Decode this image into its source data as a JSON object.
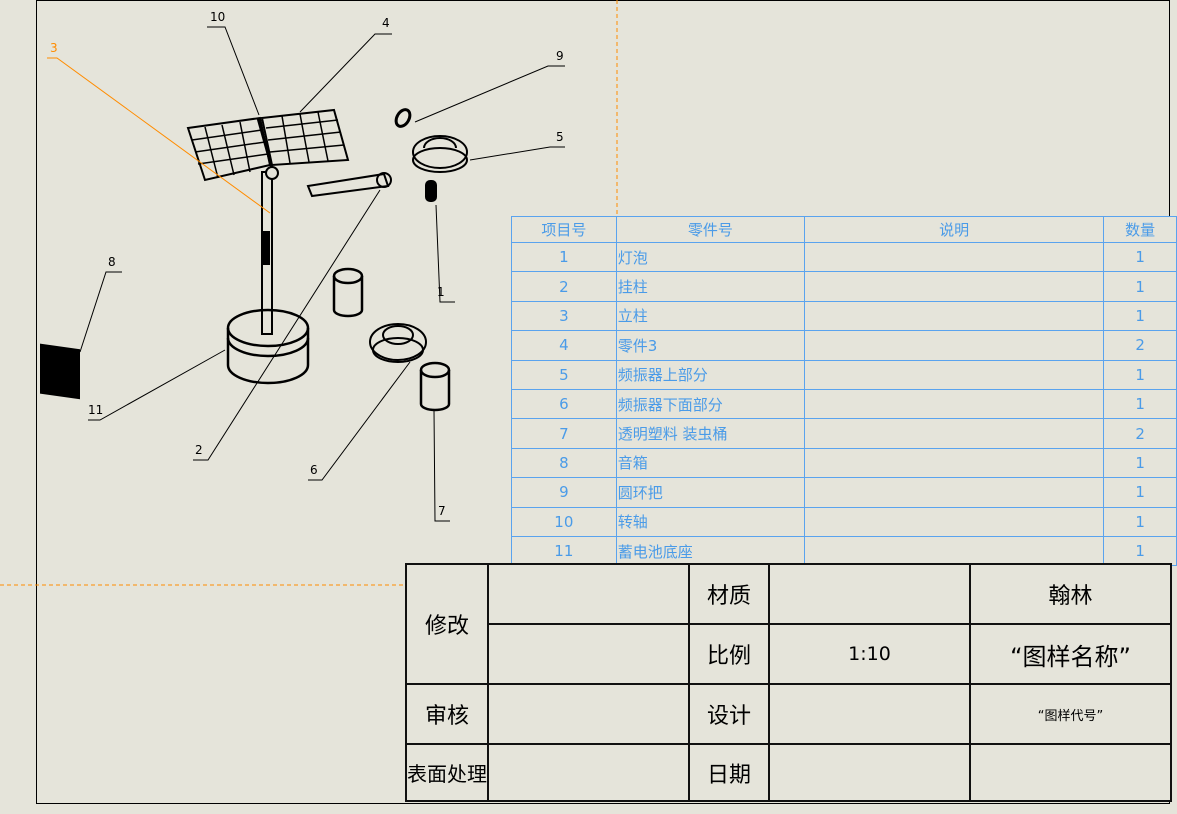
{
  "balloons": {
    "b1": "1",
    "b2": "2",
    "b3": "3",
    "b4": "4",
    "b5": "5",
    "b6": "6",
    "b7": "7",
    "b8": "8",
    "b9": "9",
    "b10": "10",
    "b11": "11"
  },
  "bom": {
    "headers": [
      "项目号",
      "零件号",
      "说明",
      "数量"
    ],
    "rows": [
      {
        "no": "1",
        "part": "灯泡",
        "desc": "",
        "qty": "1"
      },
      {
        "no": "2",
        "part": "挂柱",
        "desc": "",
        "qty": "1"
      },
      {
        "no": "3",
        "part": "立柱",
        "desc": "",
        "qty": "1"
      },
      {
        "no": "4",
        "part": "零件3",
        "desc": "",
        "qty": "2"
      },
      {
        "no": "5",
        "part": "频振器上部分",
        "desc": "",
        "qty": "1"
      },
      {
        "no": "6",
        "part": "频振器下面部分",
        "desc": "",
        "qty": "1"
      },
      {
        "no": "7",
        "part": "透明塑料 装虫桶",
        "desc": "",
        "qty": "2"
      },
      {
        "no": "8",
        "part": "音箱",
        "desc": "",
        "qty": "1"
      },
      {
        "no": "9",
        "part": "圆环把",
        "desc": "",
        "qty": "1"
      },
      {
        "no": "10",
        "part": "转轴",
        "desc": "",
        "qty": "1"
      },
      {
        "no": "11",
        "part": "蓄电池底座",
        "desc": "",
        "qty": "1"
      }
    ]
  },
  "title_block": {
    "revise": "修改",
    "material": "材质",
    "company": "翰林",
    "scale_label": "比例",
    "scale_value": "1:10",
    "drawing_name": "“图样名称”",
    "review": "审核",
    "design": "设计",
    "drawing_code": "“图样代号”",
    "surface": "表面处理",
    "date": "日期"
  },
  "colors": {
    "line": "#000000",
    "bom": "#4a9be8",
    "highlight": "#ff8c00",
    "paper": "#e5e4da"
  }
}
